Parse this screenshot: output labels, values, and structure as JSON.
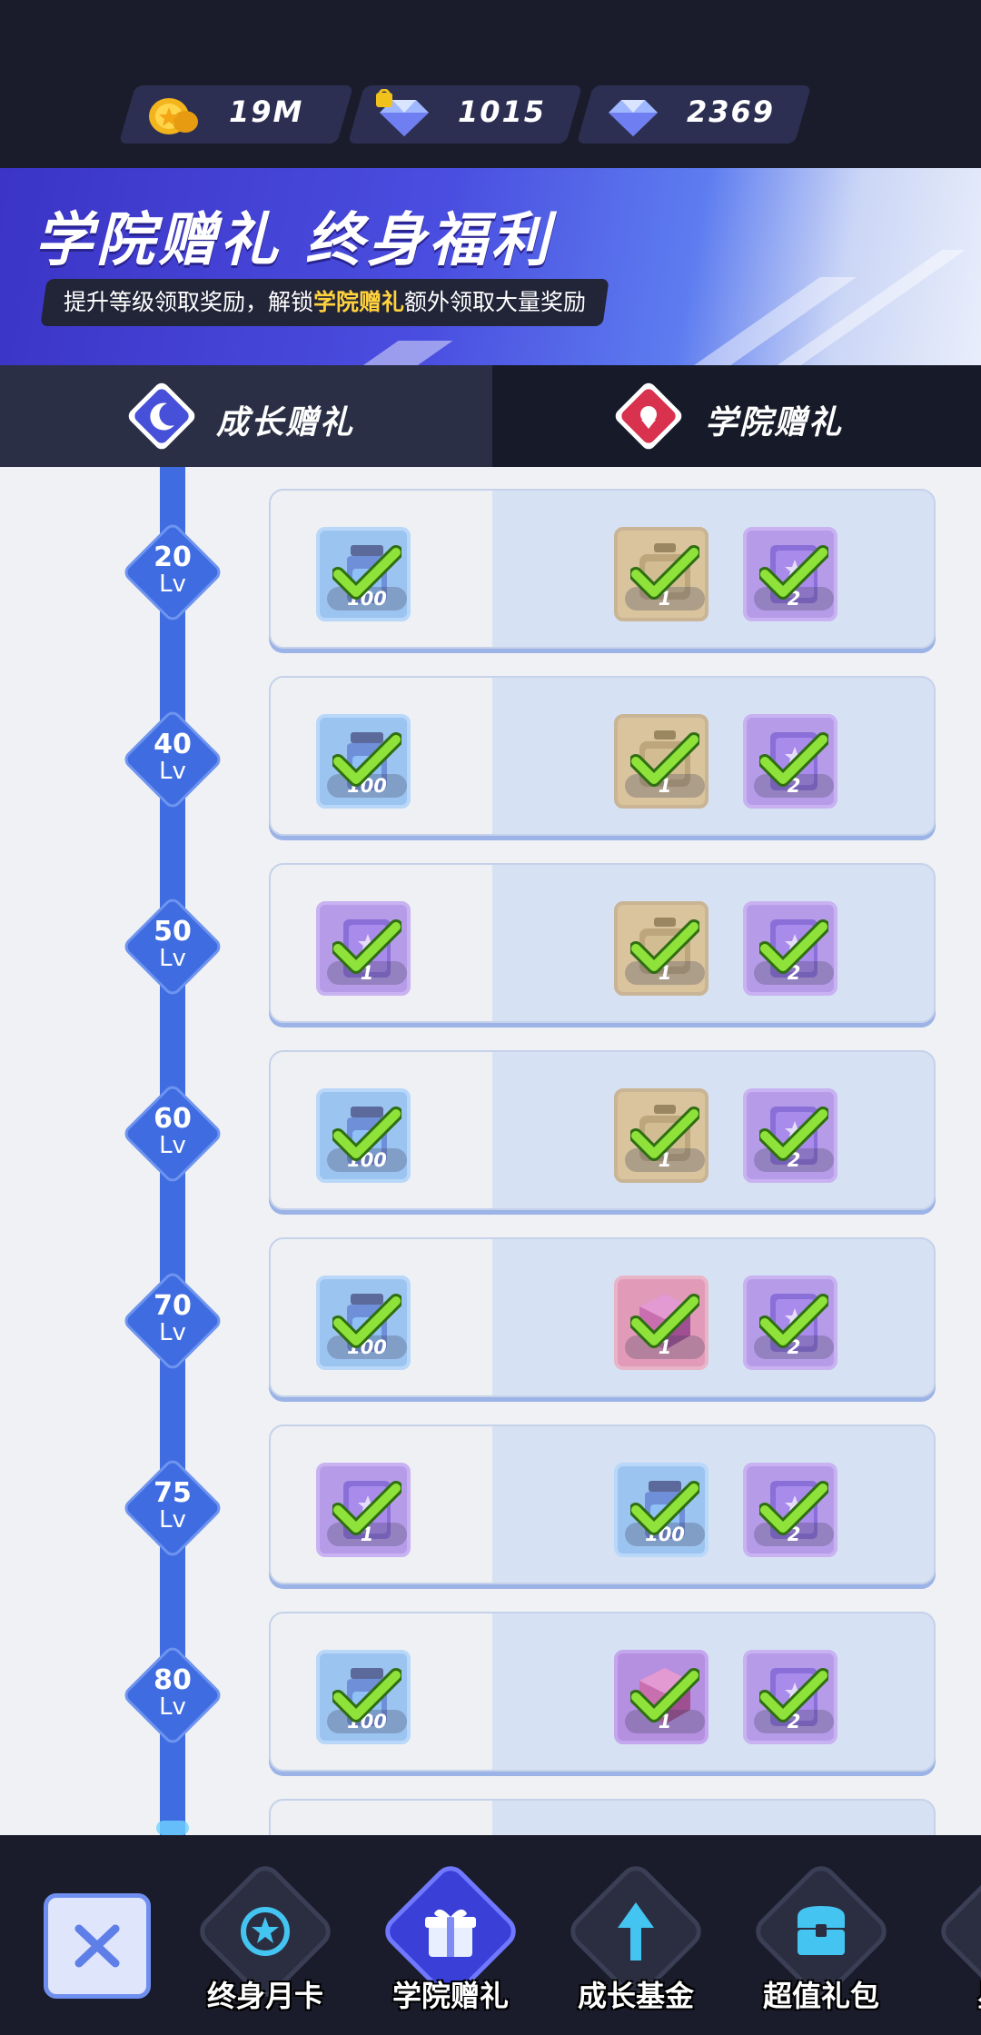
{
  "currencies": [
    {
      "icon": "gold-coin-icon",
      "value": "19M"
    },
    {
      "icon": "locked-diamond-icon",
      "value": "1015"
    },
    {
      "icon": "diamond-icon",
      "value": "2369"
    }
  ],
  "banner": {
    "title": "学院赠礼 终身福利",
    "subtitle_before": "提升等级领取奖励，解锁",
    "subtitle_highlight": "学院赠礼",
    "subtitle_after": "额外领取大量奖励"
  },
  "tabs": {
    "growth": {
      "label": "成长赠礼",
      "icon": "moon-icon"
    },
    "academy": {
      "label": "学院赠礼",
      "icon": "academy-emblem-icon"
    }
  },
  "level_unit": "Lv",
  "rows": [
    {
      "level": "20",
      "free": {
        "kind": "potion",
        "count": "100",
        "color": "blue"
      },
      "premium": [
        {
          "kind": "chest",
          "count": "1",
          "color": "gold"
        },
        {
          "kind": "book",
          "count": "2",
          "color": "purple"
        }
      ]
    },
    {
      "level": "40",
      "free": {
        "kind": "potion",
        "count": "100",
        "color": "blue"
      },
      "premium": [
        {
          "kind": "chest",
          "count": "1",
          "color": "gold"
        },
        {
          "kind": "book",
          "count": "2",
          "color": "purple"
        }
      ]
    },
    {
      "level": "50",
      "free": {
        "kind": "book",
        "count": "1",
        "color": "purple"
      },
      "premium": [
        {
          "kind": "chest",
          "count": "1",
          "color": "gold"
        },
        {
          "kind": "book",
          "count": "2",
          "color": "purple"
        }
      ]
    },
    {
      "level": "60",
      "free": {
        "kind": "potion",
        "count": "100",
        "color": "blue"
      },
      "premium": [
        {
          "kind": "chest",
          "count": "1",
          "color": "gold"
        },
        {
          "kind": "book",
          "count": "2",
          "color": "purple"
        }
      ]
    },
    {
      "level": "70",
      "free": {
        "kind": "potion",
        "count": "100",
        "color": "blue"
      },
      "premium": [
        {
          "kind": "cube",
          "count": "1",
          "color": "pink"
        },
        {
          "kind": "book",
          "count": "2",
          "color": "purple"
        }
      ]
    },
    {
      "level": "75",
      "free": {
        "kind": "book",
        "count": "1",
        "color": "purple"
      },
      "premium": [
        {
          "kind": "potion",
          "count": "100",
          "color": "blue"
        },
        {
          "kind": "book",
          "count": "2",
          "color": "purple"
        }
      ]
    },
    {
      "level": "80",
      "free": {
        "kind": "potion",
        "count": "100",
        "color": "blue"
      },
      "premium": [
        {
          "kind": "cube",
          "count": "1",
          "color": "violet"
        },
        {
          "kind": "book",
          "count": "2",
          "color": "purple"
        }
      ]
    }
  ],
  "bottom_nav": [
    {
      "label": "终身月卡",
      "icon": "star-badge-icon",
      "active": false
    },
    {
      "label": "学院赠礼",
      "icon": "gift-icon",
      "active": true
    },
    {
      "label": "成长基金",
      "icon": "arrow-up-icon",
      "active": false
    },
    {
      "label": "超值礼包",
      "icon": "treasure-chest-icon",
      "active": false
    },
    {
      "label": "星簇",
      "icon": "star-cluster-icon",
      "active": false
    }
  ],
  "colors": {
    "accent": "#3f6ce0",
    "header_bg": "#1b1c2b",
    "highlight": "#ffd23d",
    "check_green": "#8fe23a"
  }
}
